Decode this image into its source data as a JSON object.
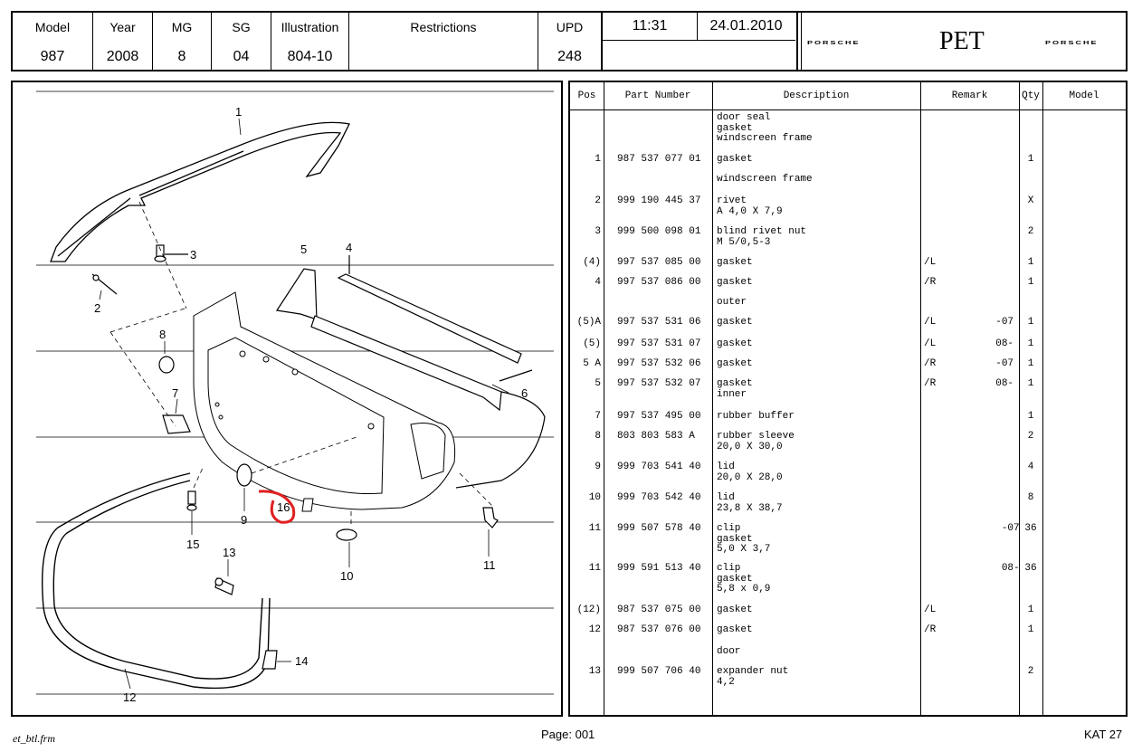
{
  "header": {
    "model_label": "Model",
    "model": "987",
    "year_label": "Year",
    "year": "2008",
    "mg_label": "MG",
    "mg": "8",
    "sg_label": "SG",
    "sg": "04",
    "illustration_label": "Illustration",
    "illustration": "804-10",
    "restrictions_label": "Restrictions",
    "restrictions": "",
    "upd_label": "UPD",
    "upd": "248",
    "time": "11:31",
    "date": "24.01.2010",
    "brand_left": "PORSCHE",
    "app": "PET",
    "brand_right": "PORSCHE"
  },
  "table": {
    "columns": [
      "Pos",
      "Part Number",
      "Description",
      "Remark",
      "Qty",
      "Model"
    ],
    "rows": [
      {
        "pos": "",
        "part": "",
        "desc": "door seal\ngasket\nwindscreen frame",
        "remark": "",
        "qty": "",
        "model": ""
      },
      {
        "pos": "1",
        "part": "987 537 077 01",
        "desc": "gasket",
        "remark": "",
        "qty": "1",
        "model": ""
      },
      {
        "pos": "",
        "part": "",
        "desc": "windscreen frame",
        "remark": "",
        "qty": "",
        "model": ""
      },
      {
        "pos": "2",
        "part": "999 190 445 37",
        "desc": "rivet\nA 4,0 X 7,9",
        "remark": "",
        "qty": "X",
        "model": ""
      },
      {
        "pos": "3",
        "part": "999 500 098 01",
        "desc": "blind rivet nut\nM 5/0,5-3",
        "remark": "",
        "qty": "2",
        "model": ""
      },
      {
        "pos": "(4)",
        "part": "997 537 085 00",
        "desc": "gasket",
        "remark": "/L",
        "qty": "1",
        "model": ""
      },
      {
        "pos": "4",
        "part": "997 537 086 00",
        "desc": "gasket",
        "remark": "/R",
        "qty": "1",
        "model": ""
      },
      {
        "pos": "",
        "part": "",
        "desc": "outer",
        "remark": "",
        "qty": "",
        "model": ""
      },
      {
        "pos": "(5)A",
        "part": "997 537 531 06",
        "desc": "gasket",
        "remark": "/L          -07",
        "qty": "1",
        "model": ""
      },
      {
        "pos": "(5)",
        "part": "997 537 531 07",
        "desc": "gasket",
        "remark": "/L          08-",
        "qty": "1",
        "model": ""
      },
      {
        "pos": "5 A",
        "part": "997 537 532 06",
        "desc": "gasket",
        "remark": "/R          -07",
        "qty": "1",
        "model": ""
      },
      {
        "pos": "5",
        "part": "997 537 532 07",
        "desc": "gasket\ninner",
        "remark": "/R          08-",
        "qty": "1",
        "model": ""
      },
      {
        "pos": "7",
        "part": "997 537 495 00",
        "desc": "rubber buffer",
        "remark": "",
        "qty": "1",
        "model": ""
      },
      {
        "pos": "8",
        "part": "803 803 583 A",
        "desc": "rubber sleeve\n20,0 X 30,0",
        "remark": "",
        "qty": "2",
        "model": ""
      },
      {
        "pos": "9",
        "part": "999 703 541 40",
        "desc": "lid\n20,0 X 28,0",
        "remark": "",
        "qty": "4",
        "model": ""
      },
      {
        "pos": "10",
        "part": "999 703 542 40",
        "desc": "lid\n23,8 X 38,7",
        "remark": "",
        "qty": "8",
        "model": ""
      },
      {
        "pos": "11",
        "part": "999 507 578 40",
        "desc": "clip\ngasket\n5,0 X 3,7",
        "remark": "             -07",
        "qty": "36",
        "model": ""
      },
      {
        "pos": "11",
        "part": "999 591 513 40",
        "desc": "clip\ngasket\n5,8 x 0,9",
        "remark": "             08-",
        "qty": "36",
        "model": ""
      },
      {
        "pos": "(12)",
        "part": "987 537 075 00",
        "desc": "gasket",
        "remark": "/L",
        "qty": "1",
        "model": ""
      },
      {
        "pos": "12",
        "part": "987 537 076 00",
        "desc": "gasket",
        "remark": "/R",
        "qty": "1",
        "model": ""
      },
      {
        "pos": "",
        "part": "",
        "desc": "door",
        "remark": "",
        "qty": "",
        "model": ""
      },
      {
        "pos": "13",
        "part": "999 507 706 40",
        "desc": "expander nut\n4,2",
        "remark": "",
        "qty": "2",
        "model": ""
      }
    ]
  },
  "illustration_labels": [
    "1",
    "2",
    "3",
    "4",
    "5",
    "6",
    "7",
    "8",
    "9",
    "10",
    "11",
    "12",
    "13",
    "14",
    "15",
    "16"
  ],
  "footer": {
    "file": "et_btl.frm",
    "page": "Page: 001",
    "kat": "KAT 27"
  },
  "colors": {
    "annotation": "#e02020"
  }
}
